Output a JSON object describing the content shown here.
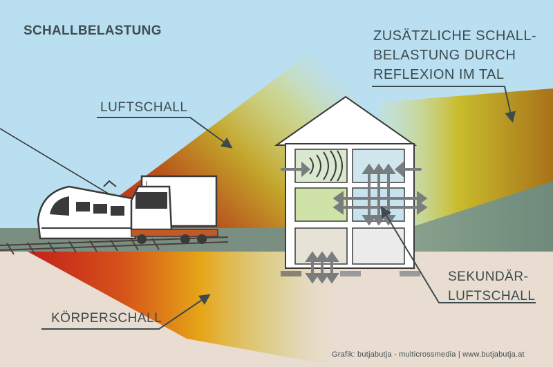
{
  "title": "SCHALLBELASTUNG",
  "labels": {
    "luftschall": "LUFTSCHALL",
    "koerperschall": "KÖRPERSCHALL",
    "zusaetzlich": [
      "ZUSÄTZLICHE SCHALL-",
      "BELASTUNG DURCH",
      "REFLEXION IM TAL"
    ],
    "sekundaer": [
      "SEKUNDÄR-",
      "LUFTSCHALL"
    ]
  },
  "credit": "Grafik: butjabutja - multicrossmedia | www.butjabutja.at",
  "colors": {
    "sky": "#b9dff1",
    "ground": "#e8ddd0",
    "hill": "#7b9585",
    "text": "#3c4a4e",
    "wave_red": "#c21f16",
    "wave_orange": "#e8a715",
    "wave_yellow": "#c6b928",
    "arrow_gray": "#7a7d80"
  },
  "icons": [
    "train-icon",
    "truck-icon",
    "house-icon",
    "sound-wave-icon",
    "vibration-arrows-icon"
  ]
}
